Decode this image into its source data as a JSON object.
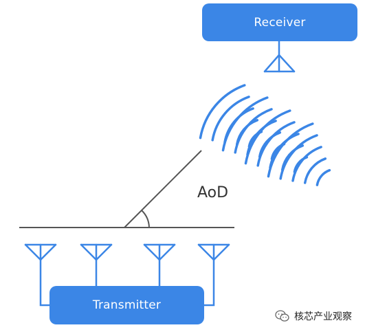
{
  "receiver": {
    "label": "Receiver"
  },
  "transmitter": {
    "label": "Transmitter"
  },
  "angle": {
    "label": "AoD"
  },
  "watermark": {
    "text": "核芯产业观察"
  },
  "colors": {
    "accent": "#3b86e6",
    "line": "#555555",
    "text": "#333333"
  },
  "icons": {
    "receiver_antenna": "antenna-icon",
    "transmitter_antennas": "antenna-icon",
    "waves": "signal-waves-icon",
    "watermark_logo": "wechat-logo-icon"
  }
}
